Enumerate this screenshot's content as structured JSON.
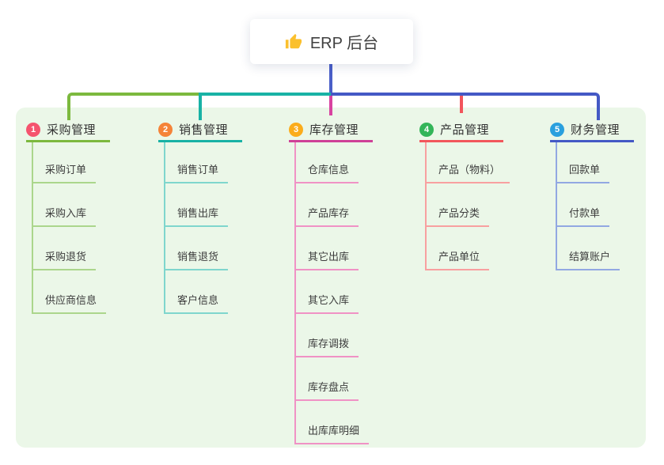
{
  "root": {
    "icon": "thumbs-up-icon",
    "label": "ERP 后台"
  },
  "branches": [
    {
      "badge": "1",
      "label": "采购管理",
      "color_badge": "#f5536e",
      "color_line": "#7cb93e",
      "color_light": "#abd68c",
      "children": [
        "采购订单",
        "采购入库",
        "采购退货",
        "供应商信息"
      ]
    },
    {
      "badge": "2",
      "label": "销售管理",
      "color_badge": "#f58338",
      "color_line": "#18b2a5",
      "color_light": "#7fd6cd",
      "children": [
        "销售订单",
        "销售出库",
        "销售退货",
        "客户信息"
      ]
    },
    {
      "badge": "3",
      "label": "库存管理",
      "color_badge": "#fbac1b",
      "color_line": "#cf4198",
      "color_light": "#f092c5",
      "children": [
        "仓库信息",
        "产品库存",
        "其它出库",
        "其它入库",
        "库存调拨",
        "库存盘点",
        "出库库明细"
      ]
    },
    {
      "badge": "4",
      "label": "产品管理",
      "color_badge": "#33b559",
      "color_line": "#f2575c",
      "color_light": "#f8a0a0",
      "children": [
        "产品（物料）",
        "产品分类",
        "产品单位"
      ]
    },
    {
      "badge": "5",
      "label": "财务管理",
      "color_badge": "#2aa0de",
      "color_line": "#4459c5",
      "color_light": "#92a8e2",
      "children": [
        "回款单",
        "付款单",
        "结算账户"
      ]
    }
  ],
  "colors": {
    "root_line": "#4a5fc8",
    "panel_bg": "#ebf7e8",
    "connector_pink": "#d843a0",
    "connector_red": "#f2555c"
  }
}
